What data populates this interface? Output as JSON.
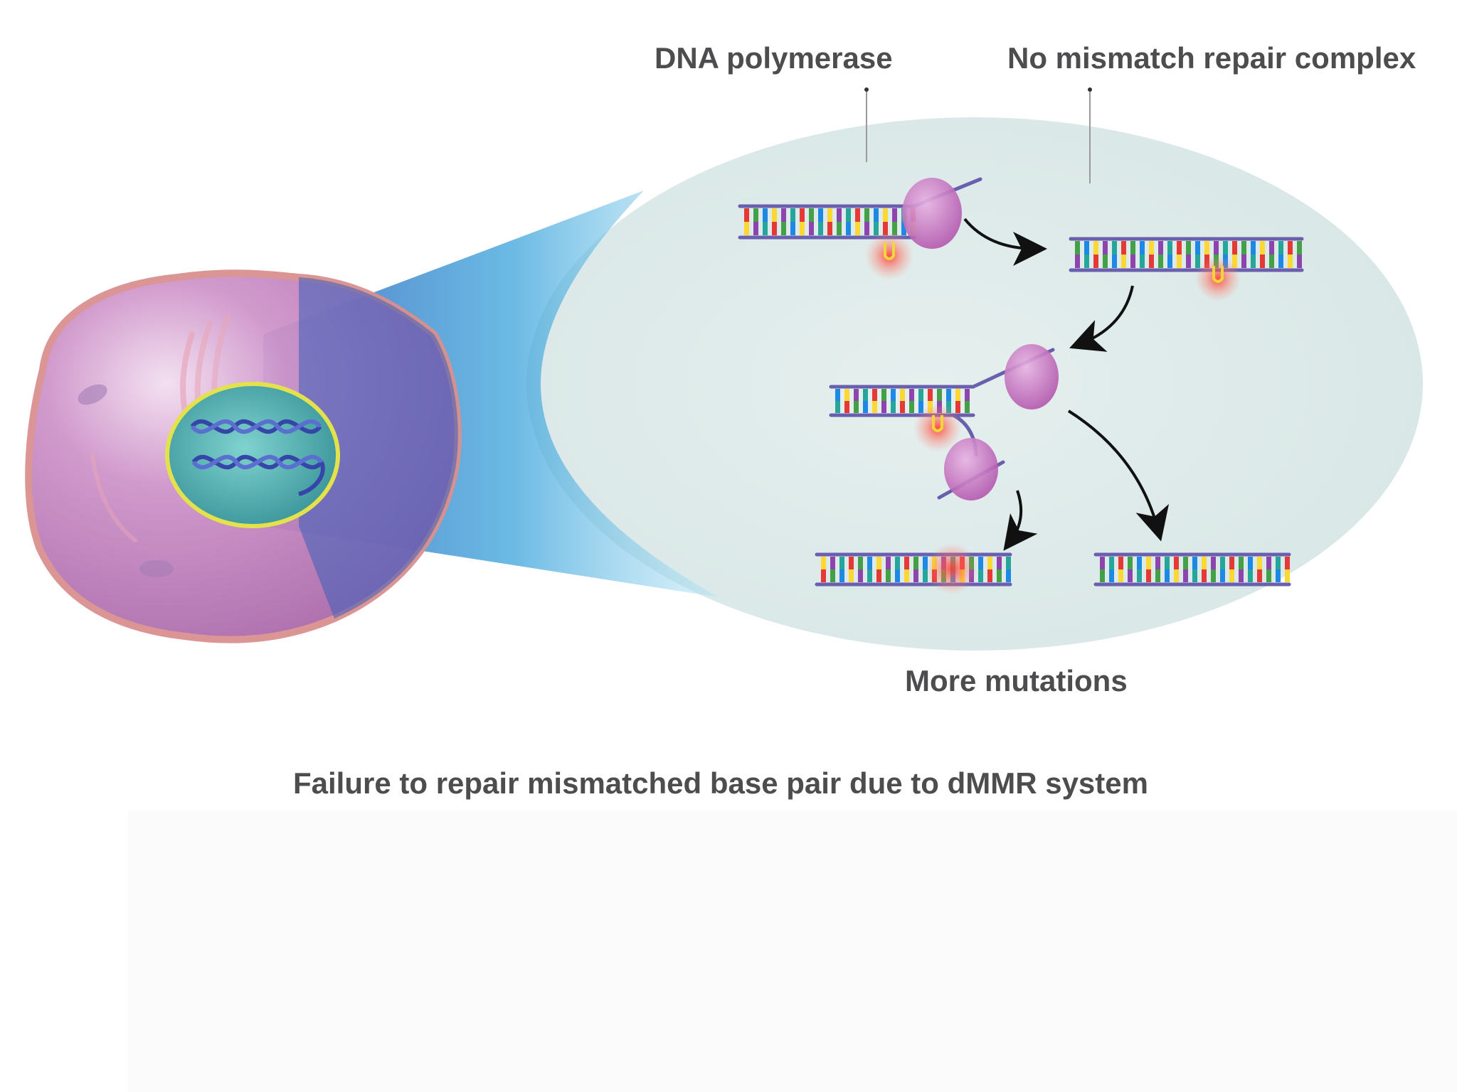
{
  "labels": {
    "dna_polymerase": "DNA polymerase",
    "no_mismatch_repair": "No mismatch repair complex",
    "more_mutations": "More mutations",
    "caption": "Failure to repair mismatched base pair due to dMMR system"
  },
  "colors": {
    "cell_fill": "#c98ac4",
    "cell_border": "#d9908f",
    "nucleus_fill": "#3d9c9b",
    "nucleus_border": "#e3e24c",
    "zoom_beam": "#5bb9e6",
    "zoom_ellipse": "#dfeceb",
    "polymerase": "#c76fc0",
    "strand": "#6a5fae",
    "mismatch_glow": "#f25c54",
    "base_colors": [
      "#e53935",
      "#43a047",
      "#1e88e5",
      "#fdd835",
      "#8e44ad",
      "#26a69a"
    ]
  },
  "icons": {
    "cell": "eukaryotic-cell-icon",
    "polymerase": "dna-polymerase-enzyme-icon",
    "dna": "dna-double-helix-icon"
  }
}
